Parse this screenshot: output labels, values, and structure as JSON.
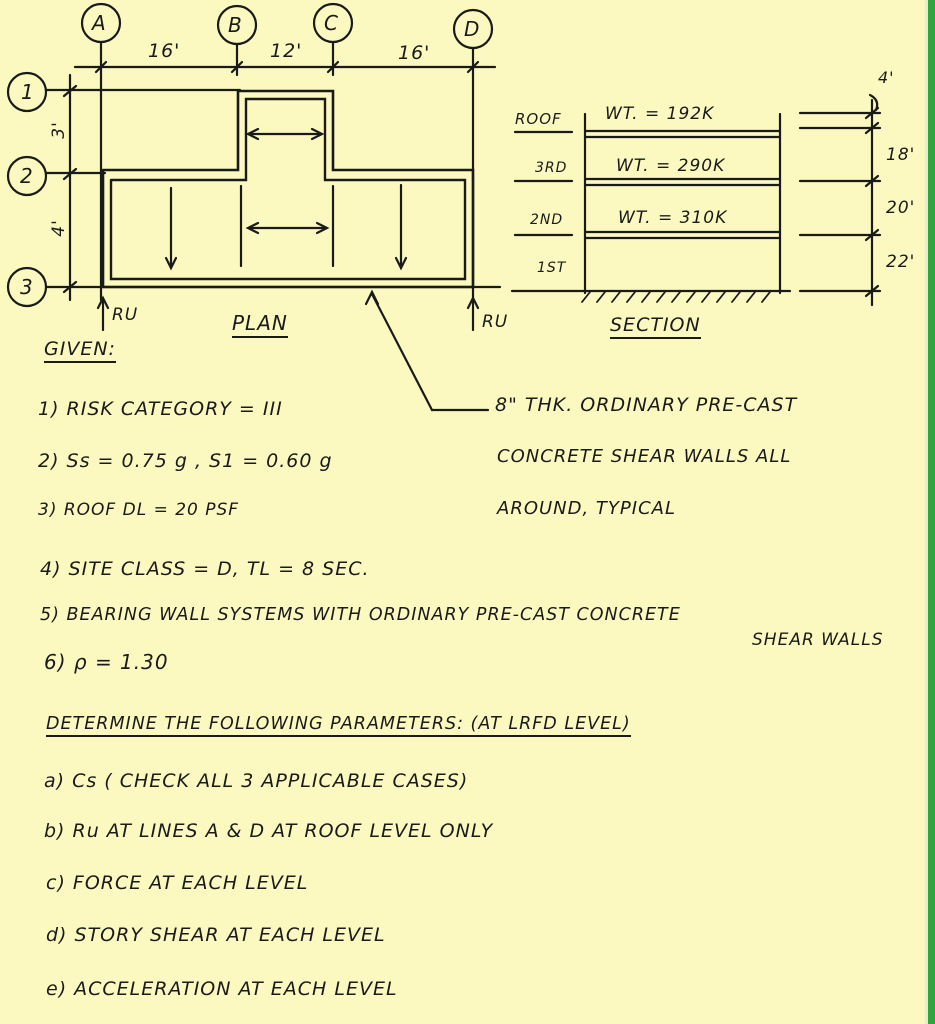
{
  "plan": {
    "grid_columns": [
      "A",
      "B",
      "C",
      "D"
    ],
    "grid_rows": [
      "1",
      "2",
      "3"
    ],
    "bay_widths": [
      "16'",
      "12'",
      "16'"
    ],
    "row_spacing": [
      "3'",
      "4'"
    ],
    "reaction_left": "RU",
    "reaction_right": "RU",
    "label": "PLAN"
  },
  "section": {
    "levels": [
      "ROOF",
      "3RD",
      "2ND",
      "1ST"
    ],
    "weights": [
      "WT. = 192K",
      "WT. = 290K",
      "WT. = 310K"
    ],
    "top_dim": "4'",
    "heights": [
      "18'",
      "20'",
      "22'"
    ],
    "label": "SECTION"
  },
  "callout": {
    "line1": "8\" THK. ORDINARY PRE-CAST",
    "line2": "CONCRETE SHEAR WALLS ALL",
    "line3": "AROUND, TYPICAL"
  },
  "given": {
    "heading": "GIVEN:",
    "items": [
      "1) RISK CATEGORY = III",
      "2) Ss = 0.75 g , S1 = 0.60 g",
      "3) ROOF DL = 20 PSF",
      "4) SITE CLASS = D, TL = 8 SEC.",
      "5) BEARING WALL SYSTEMS WITH ORDINARY PRE-CAST CONCRETE",
      "SHEAR WALLS",
      "6) ρ = 1.30"
    ]
  },
  "determine": {
    "heading": "DETERMINE THE FOLLOWING PARAMETERS: (AT LRFD LEVEL)",
    "items": [
      "a) Cs ( CHECK ALL 3 APPLICABLE CASES)",
      "b) Ru AT LINES A & D AT ROOF LEVEL ONLY",
      "c) FORCE AT EACH LEVEL",
      "d) STORY SHEAR AT EACH LEVEL",
      "e) ACCELERATION AT EACH LEVEL"
    ]
  }
}
